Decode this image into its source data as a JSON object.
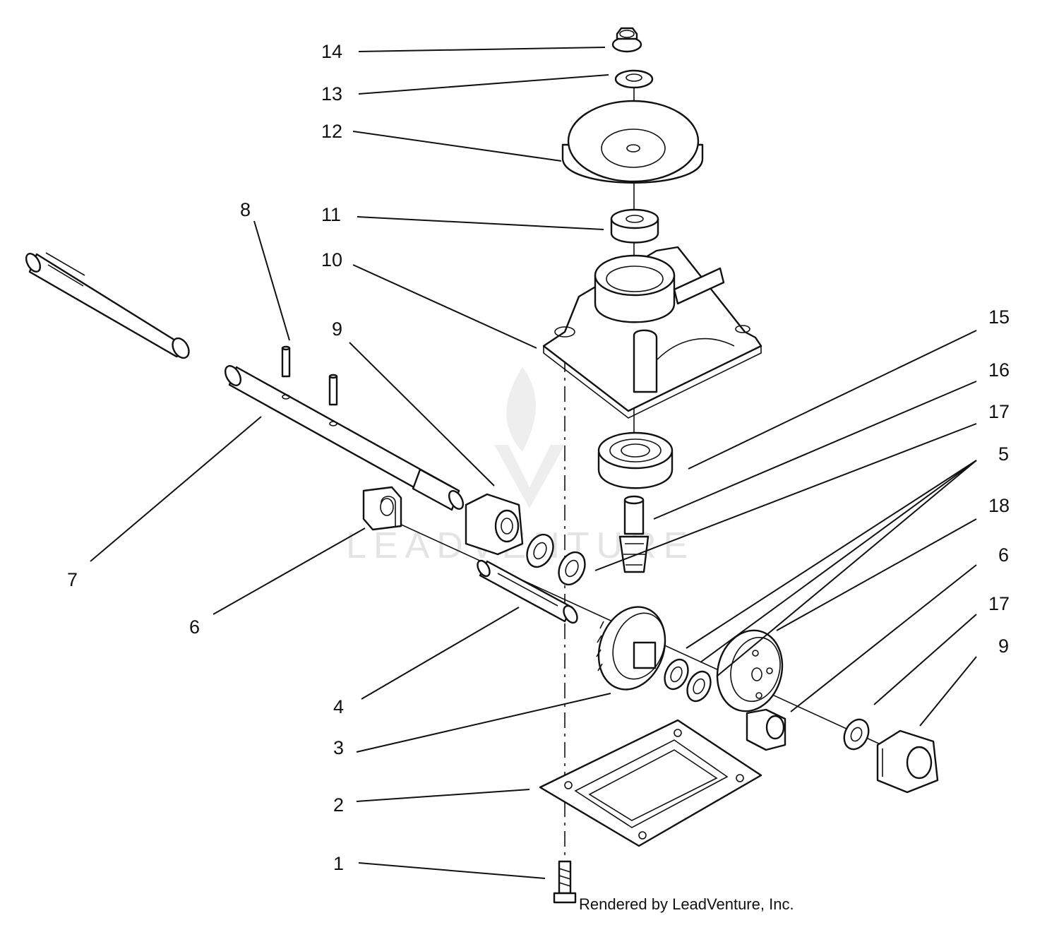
{
  "diagram": {
    "credit": "Rendered by LeadVenture, Inc.",
    "watermark": "LEADVENTURE",
    "callouts": [
      {
        "id": "c14",
        "label": "14",
        "part": "flange-nut"
      },
      {
        "id": "c13",
        "label": "13",
        "part": "washer-top"
      },
      {
        "id": "c12",
        "label": "12",
        "part": "pulley"
      },
      {
        "id": "c11",
        "label": "11",
        "part": "spacer"
      },
      {
        "id": "c10",
        "label": "10",
        "part": "gearbox-housing"
      },
      {
        "id": "c8",
        "label": "8",
        "part": "roll-pins"
      },
      {
        "id": "c9a",
        "label": "9",
        "part": "bushing-left"
      },
      {
        "id": "c7",
        "label": "7",
        "part": "drive-shaft"
      },
      {
        "id": "c6a",
        "label": "6",
        "part": "bearing-block-left"
      },
      {
        "id": "c4",
        "label": "4",
        "part": "pinion-shaft"
      },
      {
        "id": "c3",
        "label": "3",
        "part": "bevel-gear"
      },
      {
        "id": "c2",
        "label": "2",
        "part": "cover-plate"
      },
      {
        "id": "c1",
        "label": "1",
        "part": "bolt"
      },
      {
        "id": "c15",
        "label": "15",
        "part": "ball-bearing"
      },
      {
        "id": "c16",
        "label": "16",
        "part": "input-pinion"
      },
      {
        "id": "c17a",
        "label": "17",
        "part": "thrust-washer"
      },
      {
        "id": "c5",
        "label": "5",
        "part": "thin-washers"
      },
      {
        "id": "c18",
        "label": "18",
        "part": "spur-gear"
      },
      {
        "id": "c6b",
        "label": "6",
        "part": "bearing-block-right"
      },
      {
        "id": "c17b",
        "label": "17",
        "part": "thrust-washer-right"
      },
      {
        "id": "c9b",
        "label": "9",
        "part": "bushing-right"
      }
    ]
  }
}
